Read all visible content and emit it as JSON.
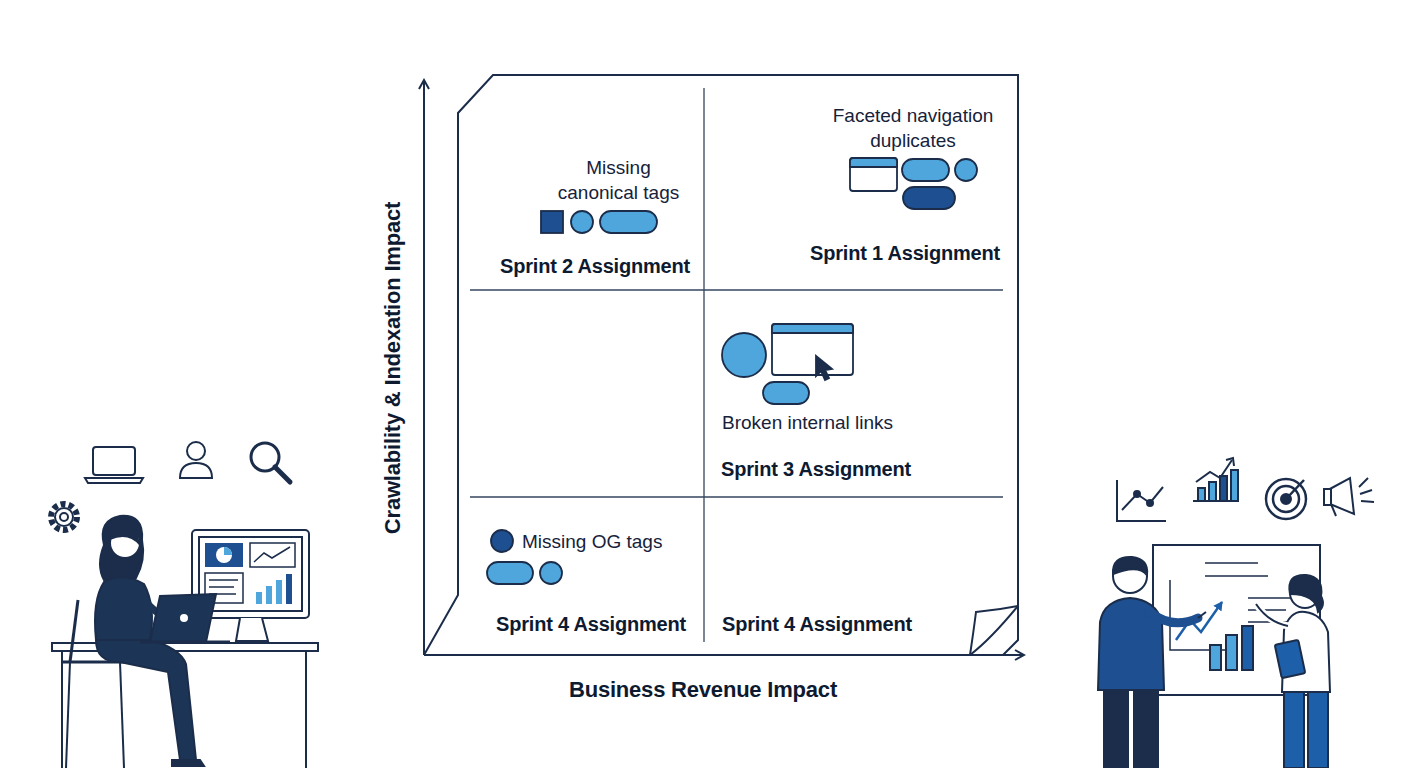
{
  "diagram": {
    "nodes": [
      {
        "text": [
          "Missing canonical tags",
          "Sprint 2 Assignment"
        ]
      },
      {
        "text": [
          "Faceted navigation duplicates",
          "Sprint 1 Assignment"
        ]
      },
      {
        "text": [
          "Broken internal links",
          "Sprint 3 Assignment"
        ]
      },
      {
        "text": [
          "Missing OG tags",
          "Sprint 4 Assignment"
        ]
      },
      {
        "text": [
          "Sprint 4 Assignment"
        ]
      }
    ],
    "labels": [
      "Crawlability & Indexation Impact",
      "Business Revenue Impact"
    ]
  }
}
